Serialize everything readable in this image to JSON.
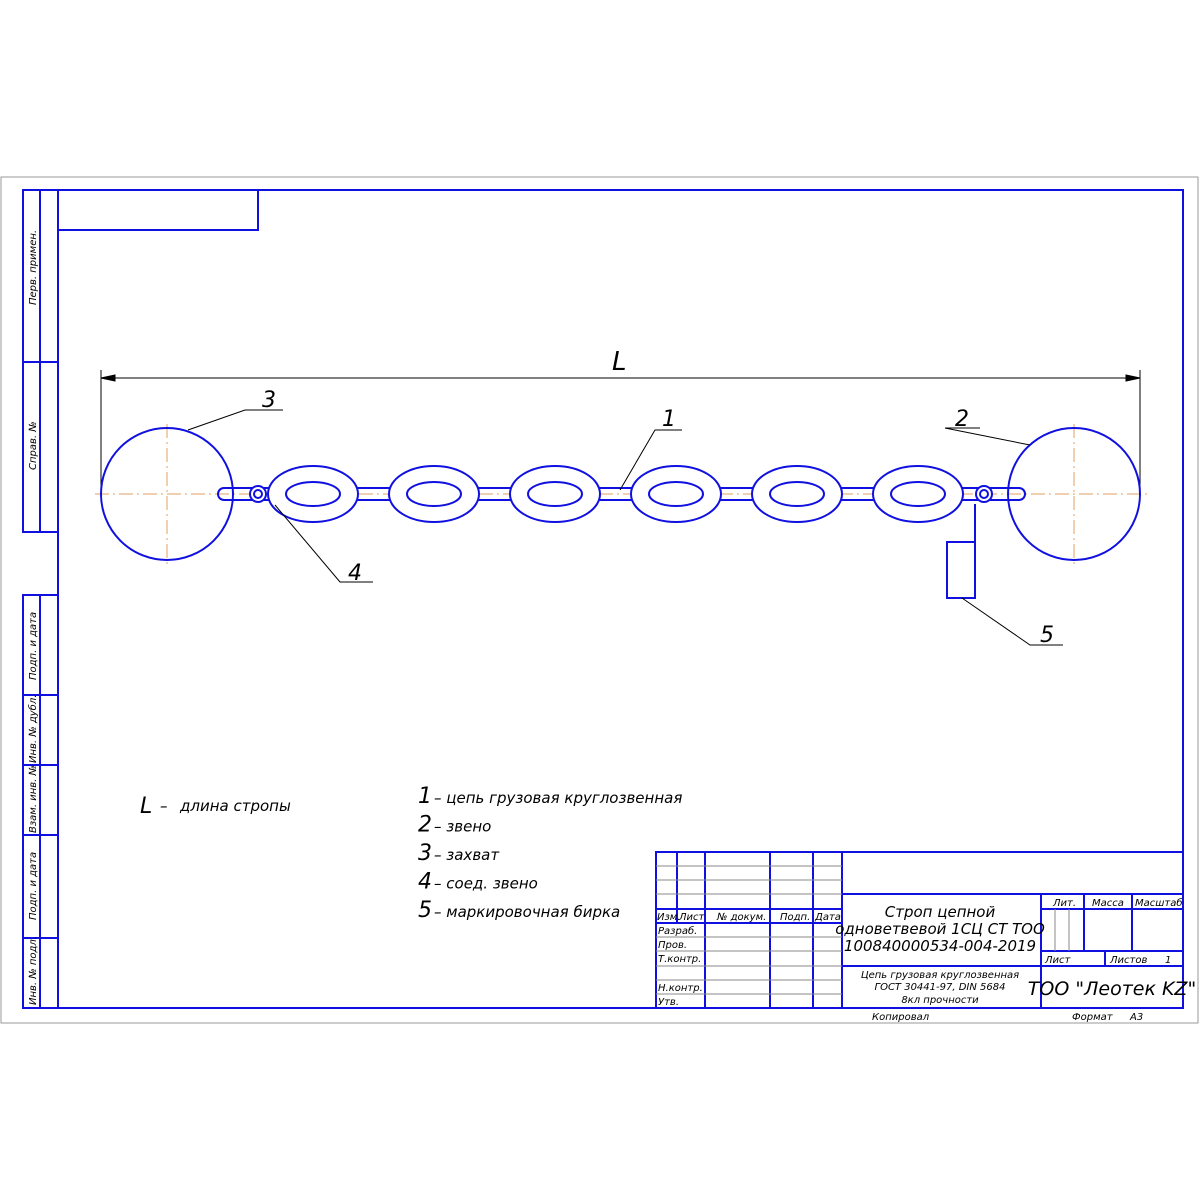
{
  "drawing": {
    "dimension_label": "L",
    "callouts": [
      "1",
      "2",
      "3",
      "4",
      "5"
    ],
    "legend_L": {
      "symbol": "L",
      "dash": "–",
      "text": "длина стропы"
    },
    "legend": [
      {
        "num": "1",
        "text": "– цепь грузовая круглозвенная"
      },
      {
        "num": "2",
        "text": "– звено"
      },
      {
        "num": "3",
        "text": "– захват"
      },
      {
        "num": "4",
        "text": "– соед. звено"
      },
      {
        "num": "5",
        "text": "– маркировочная бирка"
      }
    ]
  },
  "side_stamps": [
    "Перв. примен.",
    "Справ. №",
    "Подп. и дата",
    "Инв. № дубл.",
    "Взам. инв. №",
    "Подп. и дата",
    "Инв. № подл."
  ],
  "title_block": {
    "headers": [
      "Изм.",
      "Лист",
      "№ докум.",
      "Подп.",
      "Дата"
    ],
    "roles": [
      "Разраб.",
      "Пров.",
      "Т.контр.",
      "Н.контр.",
      "Утв."
    ],
    "title_lines": [
      "Строп цепной",
      "одноветвевой 1СЦ СТ ТОО",
      "100840000534-004-2019"
    ],
    "material_lines": [
      "Цепь грузовая круглозвенная",
      "ГОСТ 30441-97, DIN 5684",
      "8кл прочности"
    ],
    "lit": "Лит.",
    "mass": "Масса",
    "scale": "Масштаб",
    "sheet": "Лист",
    "sheets": "Листов",
    "sheets_count": "1",
    "company": "ТОО \"Леотек KZ\"",
    "copied": "Копировал",
    "format_label": "Формат",
    "format": "А3"
  },
  "colors": {
    "line": "#1010e0",
    "axis": "#e0a060"
  }
}
